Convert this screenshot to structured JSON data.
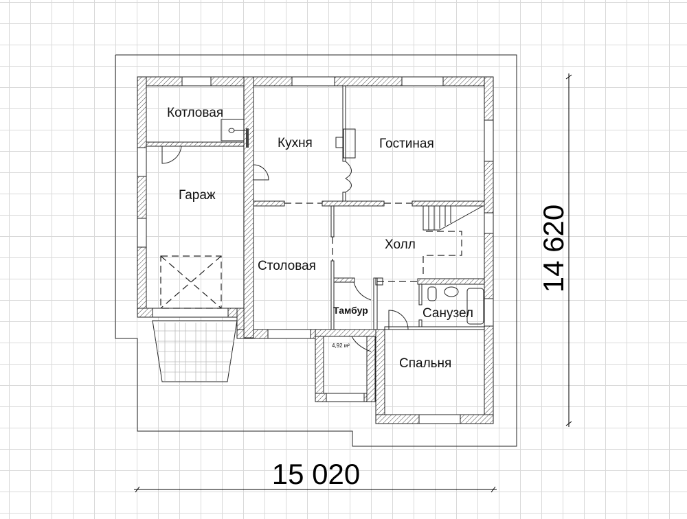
{
  "rooms": {
    "boiler_room": "Котловая",
    "kitchen": "Кухня",
    "living_room": "Гостиная",
    "garage": "Гараж",
    "hall": "Холл",
    "dining_room": "Столовая",
    "vestibule": "Тамбур",
    "bathroom": "Санузел",
    "bedroom": "Спальня",
    "porch_area": "4,92 м²"
  },
  "dimensions": {
    "width": "15 020",
    "depth": "14 620"
  }
}
